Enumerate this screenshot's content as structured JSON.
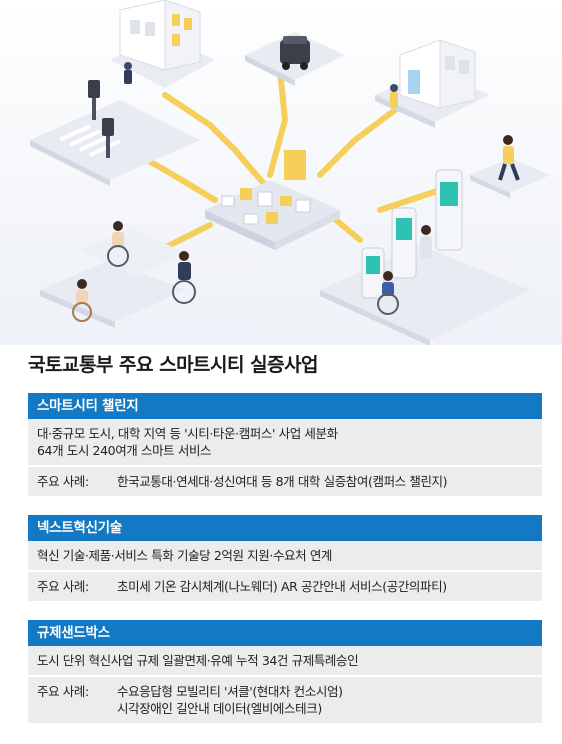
{
  "title": "국토교통부 주요 스마트시티 실증사업",
  "sections": [
    {
      "header": "스마트시티 챌린지",
      "lines": [
        "대·중규모 도시, 대학 지역 등 '시티·타운·캠퍼스' 사업 세분화",
        "64개 도시 240여개 스마트 서비스"
      ],
      "case_label": "주요 사례:",
      "case_lines": [
        "한국교통대·연세대·성신여대 등 8개 대학 실증참여(캠퍼스 챌린지)"
      ]
    },
    {
      "header": "넥스트혁신기술",
      "lines": [
        "혁신 기술·제품·서비스 특화 기술당 2억원 지원·수요처 연계"
      ],
      "case_label": "주요 사례:",
      "case_lines": [
        "초미세 기온 감시체계(나노웨더) AR 공간안내 서비스(공간의파티)"
      ]
    },
    {
      "header": "규제샌드박스",
      "lines": [
        "도시 단위 혁신사업 규제 일괄면제·유예 누적 34건 규제특례승인"
      ],
      "case_label": "주요 사례:",
      "case_lines": [
        "수요응답형 모빌리티 '셔클'(현대차 컨소시엄)",
        "시각장애인 길안내 데이터(엘비에스테크)"
      ]
    }
  ],
  "colors": {
    "header_bg": "#1479c4",
    "body_bg": "#ececec",
    "road": "#f5cf5a"
  }
}
